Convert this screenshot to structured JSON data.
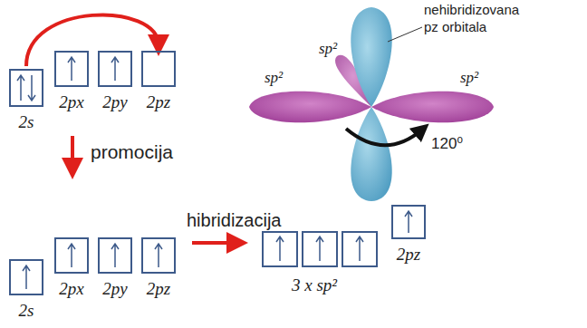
{
  "diagram": {
    "nodes": [
      {
        "text": [
          "2s"
        ]
      },
      {
        "text": [
          "2px"
        ]
      },
      {
        "text": [
          "2py"
        ]
      },
      {
        "text": [
          "2pz"
        ]
      },
      {
        "text": [
          "2s"
        ]
      },
      {
        "text": [
          "2px"
        ]
      },
      {
        "text": [
          "2py"
        ]
      },
      {
        "text": [
          "2pz"
        ]
      },
      {
        "text": [
          "2pz"
        ]
      }
    ],
    "edges": [
      {
        "from": 0,
        "to": 3,
        "arrow": "to"
      }
    ],
    "labels": [
      "promocija",
      "hibridizacija",
      "3 x sp²",
      "nehibridizovana pz orbitala",
      "sp²",
      "sp²",
      "sp²",
      "120⁰"
    ]
  }
}
